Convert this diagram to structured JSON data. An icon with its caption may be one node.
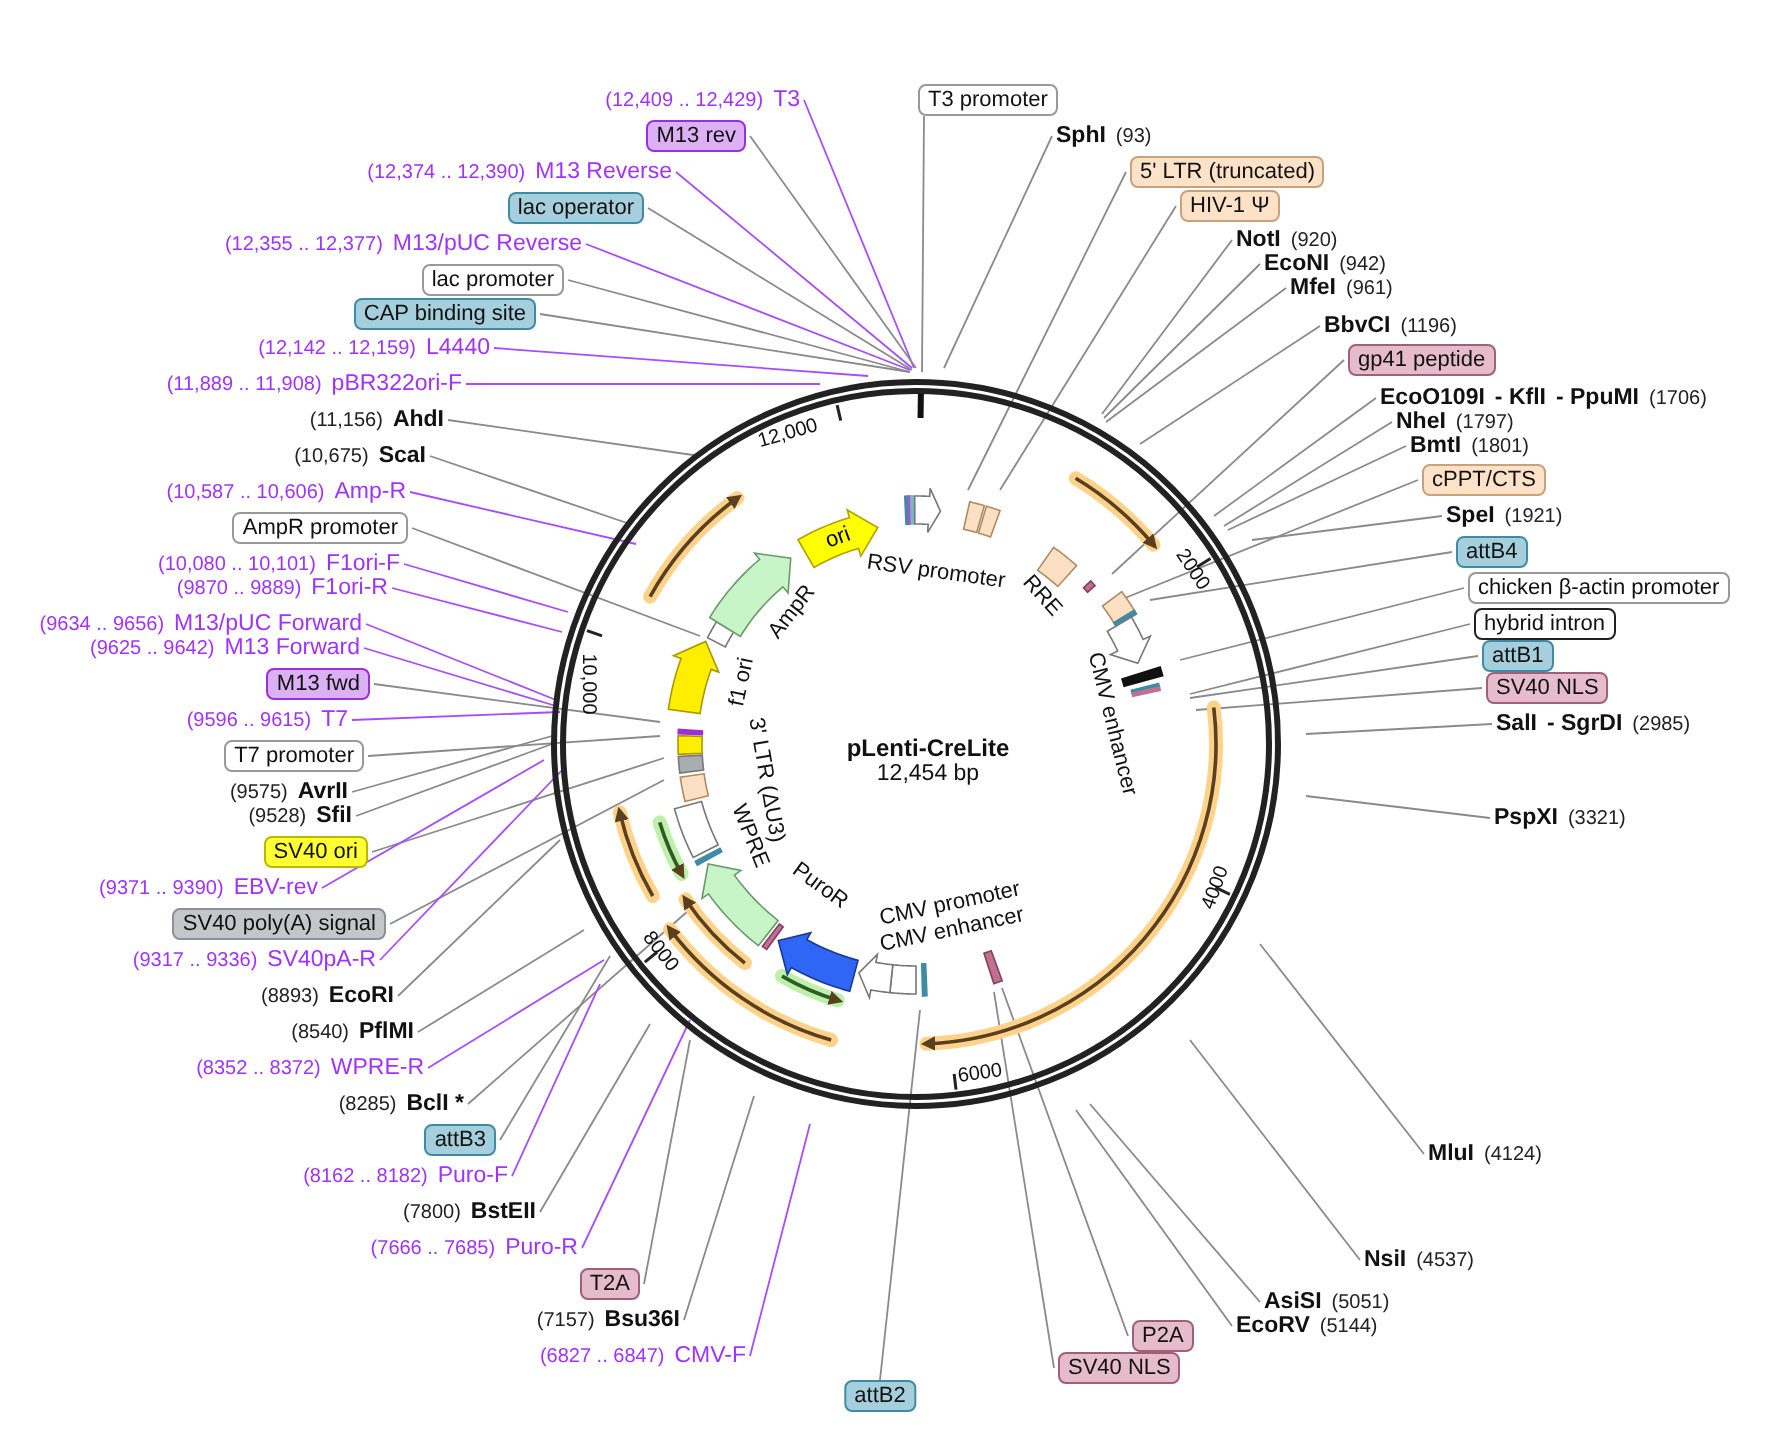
{
  "diagram": {
    "nodes": [
      {
        "text": [
          "(12,409 .. 12,429)",
          "T3"
        ]
      },
      {
        "text": [
          "M13 rev"
        ]
      },
      {
        "text": [
          "(12,374 .. 12,390)",
          "M13 Reverse"
        ]
      },
      {
        "text": [
          "lac operator"
        ]
      },
      {
        "text": [
          "(12,355 .. 12,377)",
          "M13/pUC Reverse"
        ]
      },
      {
        "text": [
          "lac promoter"
        ]
      },
      {
        "text": [
          "CAP binding site"
        ]
      },
      {
        "text": [
          "(12,142 .. 12,159)",
          "L4440"
        ]
      },
      {
        "text": [
          "(11,889 .. 11,908)",
          "pBR322ori-F"
        ]
      },
      {
        "text": [
          "(11,156)",
          "AhdI"
        ]
      },
      {
        "text": [
          "(10,675)",
          "ScaI"
        ]
      },
      {
        "text": [
          "(10,587 .. 10,606)",
          "Amp-R"
        ]
      },
      {
        "text": [
          "AmpR promoter"
        ]
      },
      {
        "text": [
          "(10,080 .. 10,101)",
          "F1ori-F"
        ]
      },
      {
        "text": [
          "(9870 .. 9889)",
          "F1ori-R"
        ]
      },
      {
        "text": [
          "(9634 .. 9656)",
          "M13/pUC Forward"
        ]
      },
      {
        "text": [
          "(9625 .. 9642)",
          "M13 Forward"
        ]
      },
      {
        "text": [
          "M13 fwd"
        ]
      },
      {
        "text": [
          "(9596 .. 9615)",
          "T7"
        ]
      },
      {
        "text": [
          "T7 promoter"
        ]
      },
      {
        "text": [
          "(9575)",
          "AvrII"
        ]
      },
      {
        "text": [
          "(9528)",
          "SfiI"
        ]
      },
      {
        "text": [
          "SV40 ori"
        ]
      },
      {
        "text": [
          "(9371 .. 9390)",
          "EBV-rev"
        ]
      },
      {
        "text": [
          "SV40 poly(A) signal"
        ]
      },
      {
        "text": [
          "(9317 .. 9336)",
          "SV40pA-R"
        ]
      },
      {
        "text": [
          "(8893)",
          "EcoRI"
        ]
      },
      {
        "text": [
          "(8540)",
          "PflMI"
        ]
      },
      {
        "text": [
          "(8352 .. 8372)",
          "WPRE-R"
        ]
      },
      {
        "text": [
          "(8285)",
          "BclI *"
        ]
      },
      {
        "text": [
          "attB3"
        ]
      },
      {
        "text": [
          "(8162 .. 8182)",
          "Puro-F"
        ]
      },
      {
        "text": [
          "(7800)",
          "BstEII"
        ]
      },
      {
        "text": [
          "(7666 .. 7685)",
          "Puro-R"
        ]
      },
      {
        "text": [
          "T2A"
        ]
      },
      {
        "text": [
          "(7157)",
          "Bsu36I"
        ]
      },
      {
        "text": [
          "(6827 .. 6847)",
          "CMV-F"
        ]
      },
      {
        "text": [
          "attB2"
        ]
      },
      {
        "text": [
          "T3 promoter"
        ]
      },
      {
        "text": [
          "SphI",
          "(93)"
        ]
      },
      {
        "text": [
          "5' LTR (truncated)"
        ]
      },
      {
        "text": [
          "HIV-1 Ψ"
        ]
      },
      {
        "text": [
          "NotI",
          "(920)"
        ]
      },
      {
        "text": [
          "EcoNI",
          "(942)"
        ]
      },
      {
        "text": [
          "MfeI",
          "(961)"
        ]
      },
      {
        "text": [
          "BbvCI",
          "(1196)"
        ]
      },
      {
        "text": [
          "gp41 peptide"
        ]
      },
      {
        "text": [
          "EcoO109I",
          "- KflI",
          "- PpuMI",
          "(1706)"
        ]
      },
      {
        "text": [
          "NheI",
          "(1797)"
        ]
      },
      {
        "text": [
          "BmtI",
          "(1801)"
        ]
      },
      {
        "text": [
          "cPPT/CTS"
        ]
      },
      {
        "text": [
          "SpeI",
          "(1921)"
        ]
      },
      {
        "text": [
          "attB4"
        ]
      },
      {
        "text": [
          "chicken β-actin promoter"
        ]
      },
      {
        "text": [
          "hybrid intron"
        ]
      },
      {
        "text": [
          "attB1"
        ]
      },
      {
        "text": [
          "SV40 NLS"
        ]
      },
      {
        "text": [
          "SalI",
          "- SgrDI",
          "(2985)"
        ]
      },
      {
        "text": [
          "PspXI",
          "(3321)"
        ]
      },
      {
        "text": [
          "MluI",
          "(4124)"
        ]
      },
      {
        "text": [
          "NsiI",
          "(4537)"
        ]
      },
      {
        "text": [
          "AsiSI",
          "(5051)"
        ]
      },
      {
        "text": [
          "EcoRV",
          "(5144)"
        ]
      },
      {
        "text": [
          "P2A"
        ]
      },
      {
        "text": [
          "SV40 NLS"
        ]
      },
      {
        "text": [
          "ori"
        ]
      }
    ],
    "edges": [
      {
        "from": 0,
        "to": null,
        "arrow": "none",
        "color": "#a64dff"
      },
      {
        "from": 1,
        "to": null,
        "arrow": "none"
      },
      {
        "from": 2,
        "to": null,
        "arrow": "none",
        "color": "#a64dff"
      },
      {
        "from": 3,
        "to": null,
        "arrow": "none"
      },
      {
        "from": 4,
        "to": null,
        "arrow": "none",
        "color": "#a64dff"
      },
      {
        "from": 5,
        "to": null,
        "arrow": "none"
      },
      {
        "from": 6,
        "to": null,
        "arrow": "none"
      },
      {
        "from": 7,
        "to": null,
        "arrow": "none",
        "color": "#a64dff"
      },
      {
        "from": 8,
        "to": null,
        "arrow": "none",
        "color": "#a64dff"
      },
      {
        "from": 9,
        "to": null,
        "arrow": "none"
      },
      {
        "from": 10,
        "to": null,
        "arrow": "none"
      },
      {
        "from": 11,
        "to": null,
        "arrow": "none",
        "color": "#a64dff"
      },
      {
        "from": 12,
        "to": null,
        "arrow": "none"
      },
      {
        "from": 13,
        "to": null,
        "arrow": "none",
        "color": "#a64dff"
      },
      {
        "from": 14,
        "to": null,
        "arrow": "none",
        "color": "#a64dff"
      },
      {
        "from": 15,
        "to": null,
        "arrow": "none",
        "color": "#a64dff"
      },
      {
        "from": 16,
        "to": null,
        "arrow": "none",
        "color": "#a64dff"
      },
      {
        "from": 17,
        "to": null,
        "arrow": "none"
      },
      {
        "from": 18,
        "to": null,
        "arrow": "none",
        "color": "#a64dff"
      },
      {
        "from": 19,
        "to": null,
        "arrow": "none"
      },
      {
        "from": 20,
        "to": null,
        "arrow": "none"
      },
      {
        "from": 21,
        "to": null,
        "arrow": "none"
      },
      {
        "from": 22,
        "to": null,
        "arrow": "none"
      },
      {
        "from": 23,
        "to": null,
        "arrow": "none",
        "color": "#a64dff"
      },
      {
        "from": 24,
        "to": null,
        "arrow": "none"
      },
      {
        "from": 25,
        "to": null,
        "arrow": "none",
        "color": "#a64dff"
      },
      {
        "from": 26,
        "to": null,
        "arrow": "none"
      },
      {
        "from": 27,
        "to": null,
        "arrow": "none"
      },
      {
        "from": 28,
        "to": null,
        "arrow": "none",
        "color": "#a64dff"
      },
      {
        "from": 29,
        "to": null,
        "arrow": "none"
      },
      {
        "from": 30,
        "to": null,
        "arrow": "none"
      },
      {
        "from": 31,
        "to": null,
        "arrow": "none",
        "color": "#a64dff"
      },
      {
        "from": 32,
        "to": null,
        "arrow": "none"
      },
      {
        "from": 33,
        "to": null,
        "arrow": "none",
        "color": "#a64dff"
      },
      {
        "from": 34,
        "to": null,
        "arrow": "none"
      },
      {
        "from": 35,
        "to": null,
        "arrow": "none"
      },
      {
        "from": 36,
        "to": null,
        "arrow": "none",
        "color": "#a64dff"
      },
      {
        "from": 37,
        "to": null,
        "arrow": "none"
      },
      {
        "from": 38,
        "to": null,
        "arrow": "none"
      },
      {
        "from": 39,
        "to": null,
        "arrow": "none"
      },
      {
        "from": 40,
        "to": null,
        "arrow": "none"
      },
      {
        "from": 41,
        "to": null,
        "arrow": "none"
      },
      {
        "from": 42,
        "to": null,
        "arrow": "none"
      },
      {
        "from": 43,
        "to": null,
        "arrow": "none"
      },
      {
        "from": 44,
        "to": null,
        "arrow": "none"
      },
      {
        "from": 45,
        "to": null,
        "arrow": "none"
      },
      {
        "from": 46,
        "to": null,
        "arrow": "none"
      },
      {
        "from": 47,
        "to": null,
        "arrow": "none"
      },
      {
        "from": 48,
        "to": null,
        "arrow": "none"
      },
      {
        "from": 49,
        "to": null,
        "arrow": "none"
      },
      {
        "from": 50,
        "to": null,
        "arrow": "none"
      },
      {
        "from": 51,
        "to": null,
        "arrow": "none"
      },
      {
        "from": 52,
        "to": null,
        "arrow": "none"
      },
      {
        "from": 53,
        "to": null,
        "arrow": "none"
      },
      {
        "from": 54,
        "to": null,
        "arrow": "none"
      },
      {
        "from": 55,
        "to": null,
        "arrow": "none"
      },
      {
        "from": 56,
        "to": null,
        "arrow": "none"
      },
      {
        "from": 57,
        "to": null,
        "arrow": "none"
      },
      {
        "from": 58,
        "to": null,
        "arrow": "none"
      },
      {
        "from": 59,
        "to": null,
        "arrow": "none"
      },
      {
        "from": 60,
        "to": null,
        "arrow": "none"
      },
      {
        "from": 61,
        "to": null,
        "arrow": "none"
      },
      {
        "from": 62,
        "to": null,
        "arrow": "none"
      },
      {
        "from": 63,
        "to": null,
        "arrow": "none"
      },
      {
        "from": 64,
        "to": null,
        "arrow": "none"
      }
    ],
    "labels": [
      "12,000",
      "2000",
      "RSV promoter",
      "RRE",
      "AmpR",
      "f1 ori",
      "CMV enhancer",
      "10,000",
      "3' LTR (ΔU3)",
      "pLenti-CreLite",
      "12,454 bp",
      "WPRE",
      "4000",
      "PuroR",
      "CMV promoter",
      "CMV enhancer",
      "8000",
      "6000"
    ]
  }
}
